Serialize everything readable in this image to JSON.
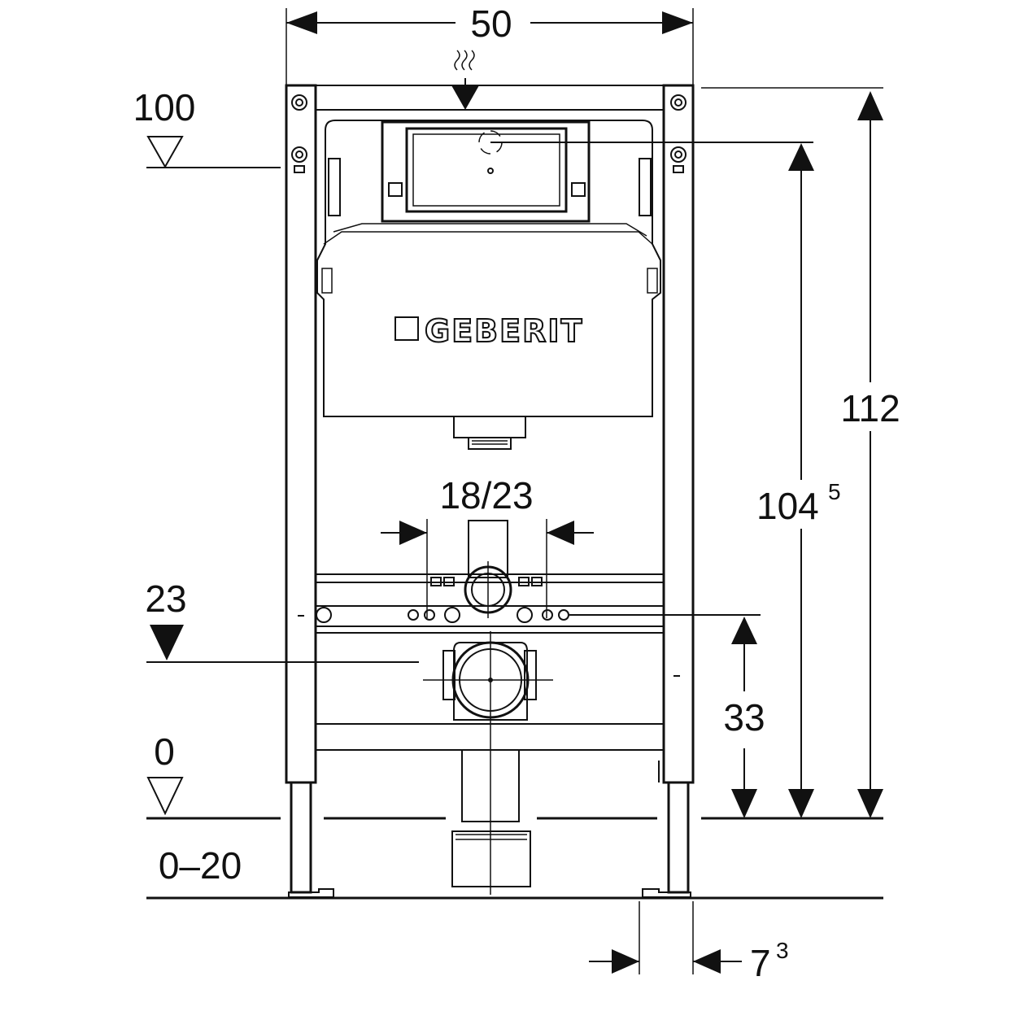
{
  "brand": "GEBERIT",
  "dimensions": {
    "width": "50",
    "height_total": "112",
    "height_inner": "104",
    "height_inner_sup": "5",
    "drain_offset": "18/23",
    "waste_height": "33",
    "foot_offset": "7",
    "foot_offset_sup": "3"
  },
  "levels": {
    "top": "100",
    "waste": "23",
    "floor": "0",
    "range": "0–20"
  },
  "colors": {
    "line": "#111111",
    "background": "#ffffff"
  }
}
